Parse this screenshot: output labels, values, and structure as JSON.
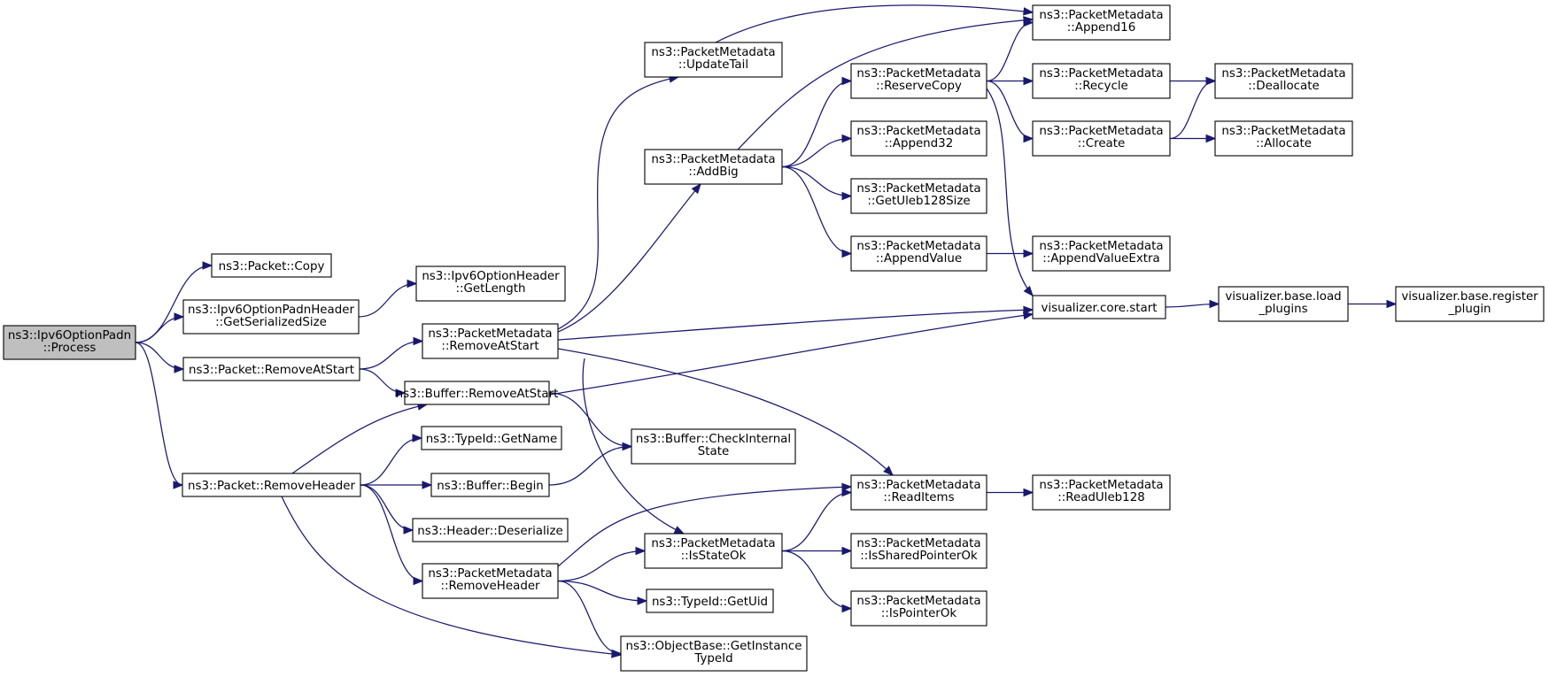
{
  "nodes": [
    {
      "id": "process",
      "lines": [
        "ns3::Ipv6OptionPadn",
        "::Process"
      ],
      "root": true
    },
    {
      "id": "pkt_copy",
      "lines": [
        "ns3::Packet::Copy"
      ]
    },
    {
      "id": "padn_gss",
      "lines": [
        "ns3::Ipv6OptionPadnHeader",
        "::GetSerializedSize"
      ]
    },
    {
      "id": "opt_getlen",
      "lines": [
        "ns3::Ipv6OptionHeader",
        "::GetLength"
      ]
    },
    {
      "id": "pkt_ras",
      "lines": [
        "ns3::Packet::RemoveAtStart"
      ]
    },
    {
      "id": "pkt_rh",
      "lines": [
        "ns3::Packet::RemoveHeader"
      ]
    },
    {
      "id": "pm_ras",
      "lines": [
        "ns3::PacketMetadata",
        "::RemoveAtStart"
      ]
    },
    {
      "id": "buf_ras",
      "lines": [
        "ns3::Buffer::RemoveAtStart"
      ]
    },
    {
      "id": "tid_name",
      "lines": [
        "ns3::TypeId::GetName"
      ]
    },
    {
      "id": "buf_begin",
      "lines": [
        "ns3::Buffer::Begin"
      ]
    },
    {
      "id": "hdr_deser",
      "lines": [
        "ns3::Header::Deserialize"
      ]
    },
    {
      "id": "pm_rh",
      "lines": [
        "ns3::PacketMetadata",
        "::RemoveHeader"
      ]
    },
    {
      "id": "pm_ut",
      "lines": [
        "ns3::PacketMetadata",
        "::UpdateTail"
      ]
    },
    {
      "id": "pm_addbig",
      "lines": [
        "ns3::PacketMetadata",
        "::AddBig"
      ]
    },
    {
      "id": "buf_cis",
      "lines": [
        "ns3::Buffer::CheckInternal",
        "State"
      ]
    },
    {
      "id": "pm_iso",
      "lines": [
        "ns3::PacketMetadata",
        "::IsStateOk"
      ]
    },
    {
      "id": "tid_uid",
      "lines": [
        "ns3::TypeId::GetUid"
      ]
    },
    {
      "id": "ob_git",
      "lines": [
        "ns3::ObjectBase::GetInstance",
        "TypeId"
      ]
    },
    {
      "id": "pm_rc",
      "lines": [
        "ns3::PacketMetadata",
        "::ReserveCopy"
      ]
    },
    {
      "id": "pm_a32",
      "lines": [
        "ns3::PacketMetadata",
        "::Append32"
      ]
    },
    {
      "id": "pm_gus",
      "lines": [
        "ns3::PacketMetadata",
        "::GetUleb128Size"
      ]
    },
    {
      "id": "pm_av",
      "lines": [
        "ns3::PacketMetadata",
        "::AppendValue"
      ]
    },
    {
      "id": "pm_ri",
      "lines": [
        "ns3::PacketMetadata",
        "::ReadItems"
      ]
    },
    {
      "id": "pm_ispo",
      "lines": [
        "ns3::PacketMetadata",
        "::IsSharedPointerOk"
      ]
    },
    {
      "id": "pm_ipo",
      "lines": [
        "ns3::PacketMetadata",
        "::IsPointerOk"
      ]
    },
    {
      "id": "pm_a16",
      "lines": [
        "ns3::PacketMetadata",
        "::Append16"
      ]
    },
    {
      "id": "pm_recycle",
      "lines": [
        "ns3::PacketMetadata",
        "::Recycle"
      ]
    },
    {
      "id": "pm_create",
      "lines": [
        "ns3::PacketMetadata",
        "::Create"
      ]
    },
    {
      "id": "pm_ave",
      "lines": [
        "ns3::PacketMetadata",
        "::AppendValueExtra"
      ]
    },
    {
      "id": "vis_start",
      "lines": [
        "visualizer.core.start"
      ]
    },
    {
      "id": "pm_rul",
      "lines": [
        "ns3::PacketMetadata",
        "::ReadUleb128"
      ]
    },
    {
      "id": "pm_dealloc",
      "lines": [
        "ns3::PacketMetadata",
        "::Deallocate"
      ]
    },
    {
      "id": "pm_alloc",
      "lines": [
        "ns3::PacketMetadata",
        "::Allocate"
      ]
    },
    {
      "id": "vis_load",
      "lines": [
        "visualizer.base.load",
        "_plugins"
      ]
    },
    {
      "id": "vis_reg",
      "lines": [
        "visualizer.base.register",
        "_plugin"
      ]
    }
  ],
  "edges": [
    [
      "process",
      "pkt_copy"
    ],
    [
      "process",
      "padn_gss"
    ],
    [
      "process",
      "pkt_ras"
    ],
    [
      "process",
      "pkt_rh"
    ],
    [
      "padn_gss",
      "opt_getlen"
    ],
    [
      "pkt_ras",
      "pm_ras"
    ],
    [
      "pkt_ras",
      "buf_ras"
    ],
    [
      "pkt_rh",
      "buf_ras"
    ],
    [
      "pkt_rh",
      "tid_name"
    ],
    [
      "pkt_rh",
      "buf_begin"
    ],
    [
      "pkt_rh",
      "hdr_deser"
    ],
    [
      "pkt_rh",
      "pm_rh"
    ],
    [
      "pkt_rh",
      "ob_git"
    ],
    [
      "pm_ras",
      "pm_ut"
    ],
    [
      "pm_ras",
      "pm_addbig"
    ],
    [
      "pm_ras",
      "vis_start"
    ],
    [
      "pm_ras",
      "pm_ri"
    ],
    [
      "pm_ras",
      "pm_iso"
    ],
    [
      "buf_ras",
      "buf_cis"
    ],
    [
      "buf_ras",
      "vis_start"
    ],
    [
      "buf_begin",
      "buf_cis"
    ],
    [
      "pm_rh",
      "pm_ri"
    ],
    [
      "pm_rh",
      "pm_iso"
    ],
    [
      "pm_rh",
      "tid_uid"
    ],
    [
      "pm_rh",
      "ob_git"
    ],
    [
      "pm_ut",
      "pm_a16"
    ],
    [
      "pm_addbig",
      "pm_a16"
    ],
    [
      "pm_addbig",
      "pm_rc"
    ],
    [
      "pm_addbig",
      "pm_a32"
    ],
    [
      "pm_addbig",
      "pm_gus"
    ],
    [
      "pm_addbig",
      "pm_av"
    ],
    [
      "pm_iso",
      "pm_ri"
    ],
    [
      "pm_iso",
      "pm_ispo"
    ],
    [
      "pm_iso",
      "pm_ipo"
    ],
    [
      "pm_rc",
      "pm_a16"
    ],
    [
      "pm_rc",
      "pm_recycle"
    ],
    [
      "pm_rc",
      "pm_create"
    ],
    [
      "pm_rc",
      "vis_start"
    ],
    [
      "pm_av",
      "pm_ave"
    ],
    [
      "pm_ri",
      "pm_rul"
    ],
    [
      "pm_recycle",
      "pm_dealloc"
    ],
    [
      "pm_create",
      "pm_dealloc"
    ],
    [
      "pm_create",
      "pm_alloc"
    ],
    [
      "vis_start",
      "vis_load"
    ],
    [
      "vis_load",
      "vis_reg"
    ]
  ]
}
